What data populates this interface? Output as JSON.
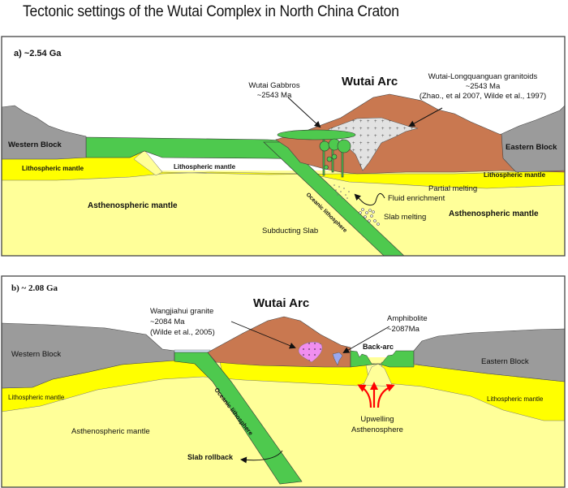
{
  "title": "Tectonic settings of the Wutai Complex in North China Craton",
  "colors": {
    "crust_gray": "#9b9b9b",
    "oceanic_green": "#4ec94e",
    "lithospheric_yellow": "#ffff00",
    "asthenosphere_yellow": "#ffff99",
    "arc_brown": "#c97850",
    "granitoid_gray": "#e2e2e2",
    "granite_pink": "#f08ef0",
    "amphibolite_blue": "#9aa8f0",
    "upwelling_red": "#ff0000"
  },
  "panel_a": {
    "label": "a) ~2.54 Ga",
    "arc_title": "Wutai Arc",
    "western_block": "Western Block",
    "eastern_block": "Eastern Block",
    "lith_mantle_left": "Lithospheric mantle",
    "lith_mantle_mid": "Lithospheric mantle",
    "lith_mantle_right": "Lithospheric mantle",
    "astheno_left": "Asthenospheric mantle",
    "astheno_right": "Asthenospheric mantle",
    "gabbros": [
      "Wutai Gabbros",
      "~2543 Ma"
    ],
    "granitoids": [
      "Wutai-Longquanguan granitoids",
      "~2543 Ma",
      "(Zhao., et al 2007, Wilde et al., 1997)"
    ],
    "partial_melting": "Partial melting",
    "fluid_enrichment": "Fluid enrichment",
    "slab_melting": "Slab melting",
    "subducting_slab": "Subducting Slab",
    "oceanic_lithosphere": "Oceanic lithosphere"
  },
  "panel_b": {
    "label": "b) ~ 2.08 Ga",
    "arc_title": "Wutai Arc",
    "western_block": "Western Block",
    "eastern_block": "Eastern Block",
    "lith_mantle_left": "Lithospheric mantle",
    "lith_mantle_right": "Lithospheric mantle",
    "astheno": "Asthenospheric mantle",
    "granite": [
      "Wangjiahui granite",
      "~2084 Ma",
      "(Wilde et al., 2005)"
    ],
    "amphibolite": [
      "Amphibolite",
      "~2087Ma"
    ],
    "back_arc": "Back-arc",
    "upwelling": [
      "Upwelling",
      "Asthenosphere"
    ],
    "oceanic_lithosphere": "Oceanic lithosphere",
    "slab_rollback": "Slab rollback"
  }
}
